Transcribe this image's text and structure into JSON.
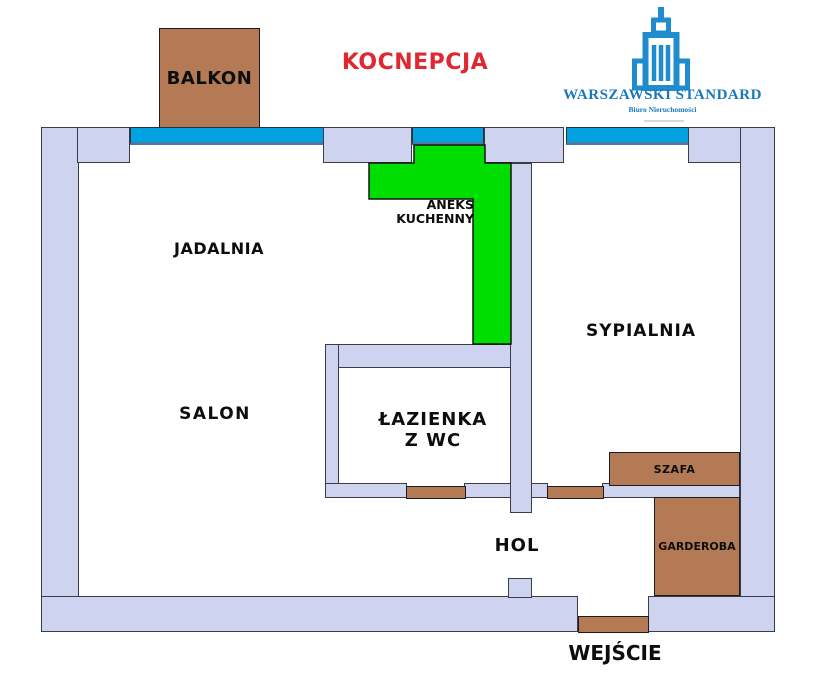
{
  "title": "KOCNEPCJA",
  "logo": {
    "brand": "WARSZAWSKI STANDARD",
    "tagline": "Biuro Nieruchomości",
    "icon": "palace-of-culture-building-icon"
  },
  "rooms": {
    "jadalnia": "JADALNIA",
    "salon": "SALON",
    "sypialnia": "SYPIALNIA",
    "aneks_line1": "ANEKS",
    "aneks_line2": "KUCHENNY",
    "lazienka_line1": "ŁAZIENKA",
    "lazienka_line2": "Z WC",
    "hol": "HOL"
  },
  "features": {
    "balkon": "BALKON",
    "szafa": "SZAFA",
    "garderoba": "GARDEROBA",
    "wejscie": "WEJŚCIE"
  },
  "colors": {
    "wall": "#ced3f0",
    "wall-border": "#3c3c46",
    "window": "#00a2e2",
    "window-edge": "#4a7aa8",
    "kitchen": "#00dd00",
    "wood": "#b47a56",
    "title": "#e02832",
    "logo": "#1e8ccd",
    "logo-dark": "#1878bb"
  }
}
